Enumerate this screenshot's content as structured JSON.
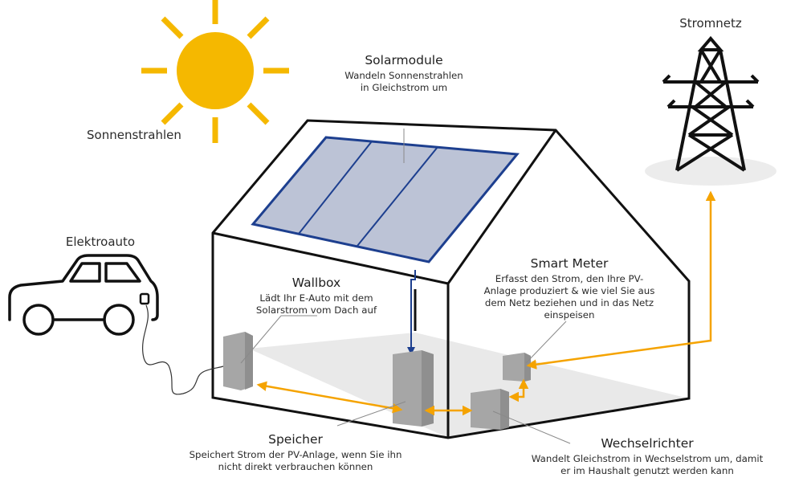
{
  "labels": {
    "sun": "Sonnenstrahlen",
    "grid": "Stromnetz",
    "car": "Elektroauto",
    "solar": {
      "title": "Solarmodule",
      "desc": "Wandeln Sonnenstrahlen in Gleichstrom um"
    },
    "wallbox": {
      "title": "Wallbox",
      "desc": "Lädt Ihr E-Auto mit dem Solarstrom vom Dach auf"
    },
    "smart_meter": {
      "title": "Smart Meter",
      "desc": "Erfasst den Strom, den Ihre PV-Anlage produziert & wie viel Sie aus dem Netz beziehen und in das Netz einspeisen"
    },
    "storage": {
      "title": "Speicher",
      "desc": "Speichert Strom der PV-Anlage, wenn Sie ihn nicht direkt verbrauchen können"
    },
    "inverter": {
      "title": "Wechselrichter",
      "desc": "Wandelt Gleichstrom in Wechselstrom um, damit er im Haushalt genutzt werden kann"
    }
  },
  "colors": {
    "sun": "#f5b800",
    "flow_arrow": "#f5a300",
    "dc_line": "#1d3f8f",
    "panel_fill": "#bcc3d6",
    "panel_border": "#1d3f8f",
    "device": "#a6a6a6",
    "outline": "#111111",
    "floor": "#e9e9e9",
    "pylon_shadow": "#ececec"
  },
  "icons": [
    "sun-icon",
    "power-pylon-icon",
    "electric-car-icon"
  ]
}
